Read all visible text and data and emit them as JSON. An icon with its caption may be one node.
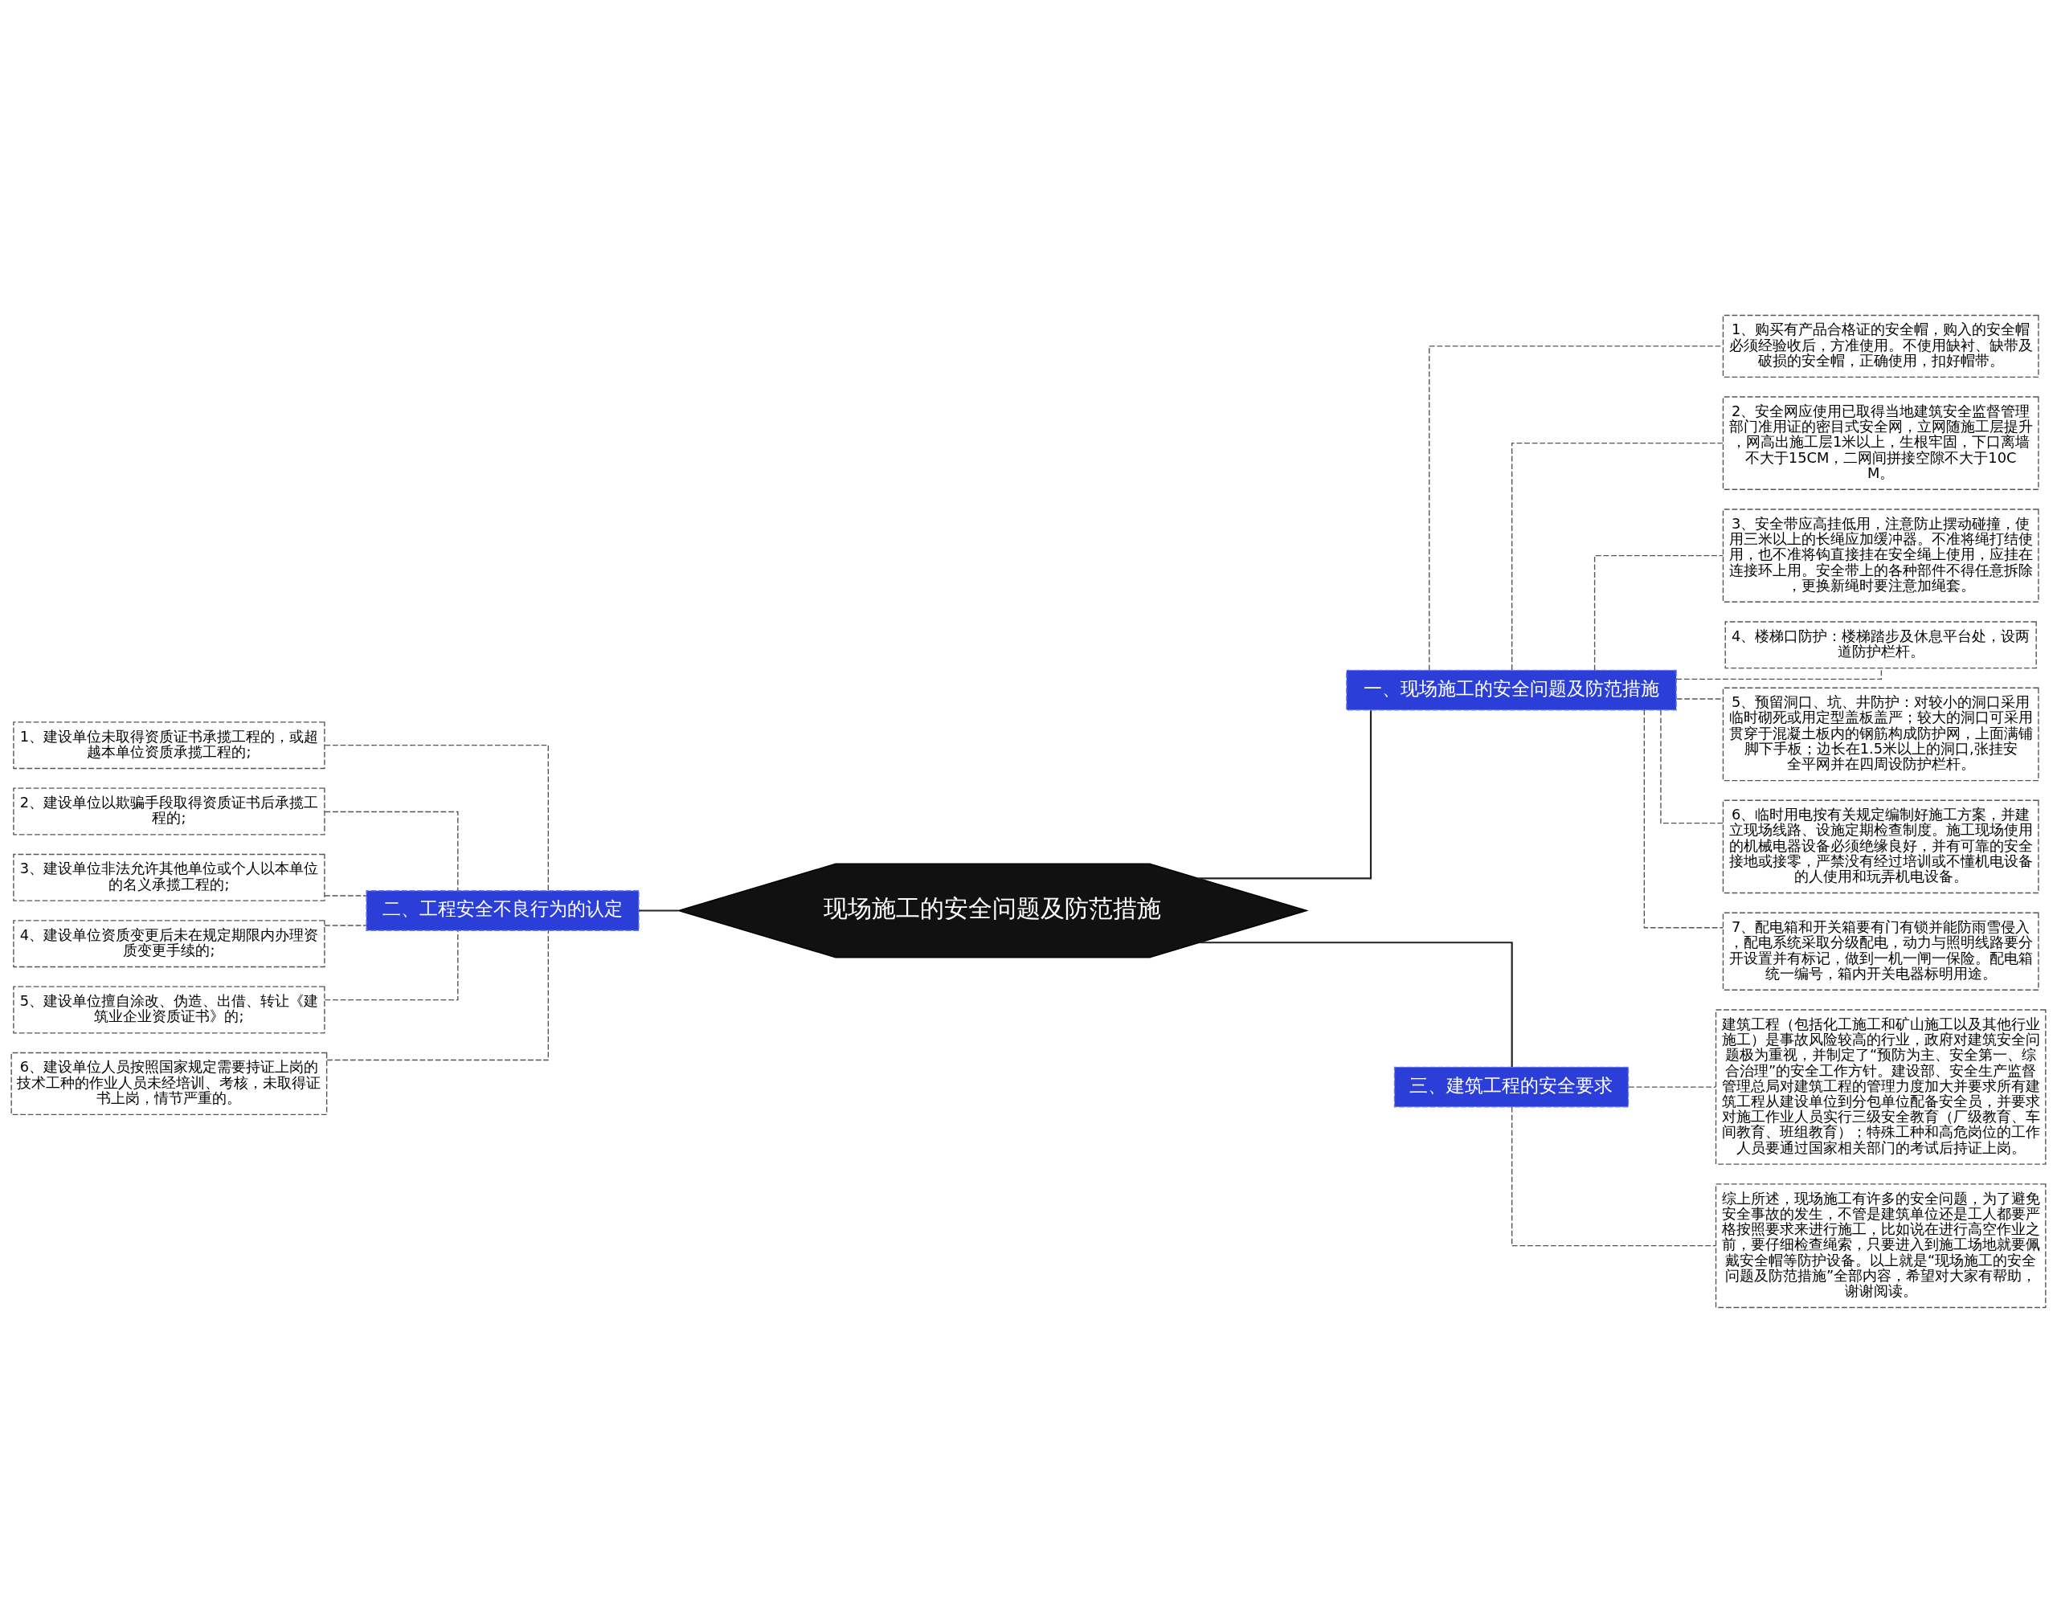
{
  "diagram": {
    "nodes": [
      {
        "text": [
          "现场施工的安全问题及防范措施"
        ]
      },
      {
        "text": [
          "一、现场施工的安全问题及防范措施"
        ]
      },
      {
        "text": [
          "1、购买有产品合格证的安全帽，购入的安全帽必须经验收后，方准使用。不使用缺衬、缺带及破损的安全帽，正确使用，扣好帽带。"
        ]
      },
      {
        "text": [
          "2、安全网应使用已取得当地建筑安全监督管理部门准用证的密目式安全网，立网随施工层提升，网高出施工层1米以上，生根牢固，下口离墙不大于15CM，二网间拼接空隙不大于10CM。"
        ]
      },
      {
        "text": [
          "3、安全带应高挂低用，注意防止摆动碰撞，使用三米以上的长绳应加缓冲器。不准将绳打结使用，也不准将钩直接挂在安全绳上使用，应挂在连接环上用。安全带上的各种部件不得任意拆除，更换新绳时要注意加绳套。"
        ]
      },
      {
        "text": [
          "4、楼梯口防护：楼梯踏步及休息平台处，设两道防护栏杆。"
        ]
      },
      {
        "text": [
          "5、预留洞口、坑、井防护：对较小的洞口采用临时砌死或用定型盖板盖严；较大的洞口可采用贯穿于混凝土板内的钢筋构成防护网，上面满铺脚下手板；边长在1.5米以上的洞口,张挂安全平网并在四周设防护栏杆。"
        ]
      },
      {
        "text": [
          "6、临时用电按有关规定编制好施工方案，并建立现场线路、设施定期检查制度。施工现场使用的机械电器设备必须绝缘良好，并有可靠的安全接地或接零，严禁没有经过培训或不懂机电设备的人使用和玩弄机电设备。"
        ]
      },
      {
        "text": [
          "7、配电箱和开关箱要有门有锁并能防雨雪侵入，配电系统采取分级配电，动力与照明线路要分开设置并有标记，做到一机一闸一保险。配电箱统一编号，箱内开关电器标明用途。"
        ]
      },
      {
        "text": [
          "二、工程安全不良行为的认定"
        ]
      },
      {
        "text": [
          "1、建设单位未取得资质证书承揽工程的，或超越本单位资质承揽工程的;"
        ]
      },
      {
        "text": [
          "2、建设单位以欺骗手段取得资质证书后承揽工程的;"
        ]
      },
      {
        "text": [
          "3、建设单位非法允许其他单位或个人以本单位的名义承揽工程的;"
        ]
      },
      {
        "text": [
          "4、建设单位资质变更后未在规定期限内办理资质变更手续的;"
        ]
      },
      {
        "text": [
          "5、建设单位擅自涂改、伪造、出借、转让《建筑业企业资质证书》的;"
        ]
      },
      {
        "text": [
          "6、建设单位人员按照国家规定需要持证上岗的技术工种的作业人员未经培训、考核，未取得证书上岗，情节严重的。"
        ]
      },
      {
        "text": [
          "三、建筑工程的安全要求"
        ]
      },
      {
        "text": [
          "建筑工程（包括化工施工和矿山施工以及其他行业施工）是事故风险较高的行业，政府对建筑安全问题极为重视，并制定了“预防为主、安全第一、综合治理”的安全工作方针。建设部、安全生产监督管理总局对建筑工程的管理力度加大并要求所有建筑工程从建设单位到分包单位配备安全员，并要求对施工作业人员实行三级安全教育（厂级教育、车间教育、班组教育）；特殊工种和高危岗位的工作人员要通过国家相关部门的考试后持证上岗。"
        ]
      },
      {
        "text": [
          "综上所述，现场施工有许多的安全问题，为了避免安全事故的发生，不管是建筑单位还是工人都要严格按照要求来进行施工，比如说在进行高空作业之前，要仔细检查绳索，只要进入到施工场地就要佩戴安全帽等防护设备。以上就是“现场施工的安全问题及防范措施”全部内容，希望对大家有帮助，谢谢阅读。"
        ]
      }
    ],
    "edges": [
      {
        "from": 0,
        "to": 1,
        "arrow": "none"
      },
      {
        "from": 1,
        "to": 2,
        "arrow": "none",
        "style": "dashed"
      },
      {
        "from": 1,
        "to": 3,
        "arrow": "none",
        "style": "dashed"
      },
      {
        "from": 1,
        "to": 4,
        "arrow": "none",
        "style": "dashed"
      },
      {
        "from": 1,
        "to": 5,
        "arrow": "none",
        "style": "dashed"
      },
      {
        "from": 1,
        "to": 6,
        "arrow": "none",
        "style": "dashed"
      },
      {
        "from": 1,
        "to": 7,
        "arrow": "none",
        "style": "dashed"
      },
      {
        "from": 1,
        "to": 8,
        "arrow": "none",
        "style": "dashed"
      },
      {
        "from": 9,
        "to": 0,
        "arrow": "none"
      },
      {
        "from": 10,
        "to": 9,
        "arrow": "none",
        "style": "dashed"
      },
      {
        "from": 11,
        "to": 9,
        "arrow": "none",
        "style": "dashed"
      },
      {
        "from": 12,
        "to": 9,
        "arrow": "none",
        "style": "dashed"
      },
      {
        "from": 13,
        "to": 9,
        "arrow": "none",
        "style": "dashed"
      },
      {
        "from": 14,
        "to": 9,
        "arrow": "none",
        "style": "dashed"
      },
      {
        "from": 15,
        "to": 9,
        "arrow": "none",
        "style": "dashed"
      },
      {
        "from": 0,
        "to": 16,
        "arrow": "none"
      },
      {
        "from": 16,
        "to": 17,
        "arrow": "none",
        "style": "dashed"
      },
      {
        "from": 16,
        "to": 18,
        "arrow": "none",
        "style": "dashed"
      }
    ]
  }
}
